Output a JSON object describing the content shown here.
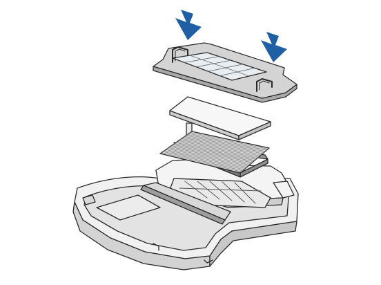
{
  "figure": {
    "parts": [
      "filter-cover",
      "foam-filter",
      "hepa-filter",
      "dust-bin"
    ],
    "arrow_count": 2,
    "colors": {
      "arrow": "#1f5fa3",
      "outline": "#2a2a2a",
      "surface_light": "#f1f1f1",
      "surface_mid": "#dcdcdc",
      "surface_dark": "#bdbdbd",
      "grid": "#8a8a8a"
    }
  }
}
